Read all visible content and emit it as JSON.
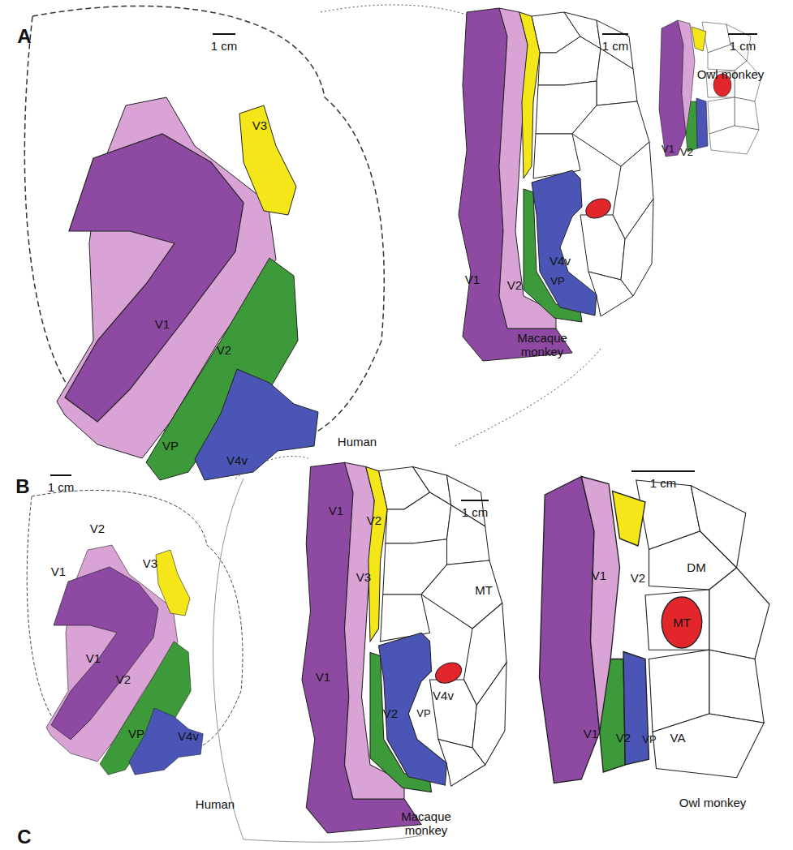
{
  "diagram": {
    "labels": [
      "A",
      "1 cm",
      "V3",
      "V1",
      "V2",
      "VP",
      "V4v",
      "Human",
      "1 cm",
      "1 cm",
      "V1",
      "V2",
      "V4v",
      "VP",
      "Macaque monkey",
      "V1",
      "V2",
      "Owl monkey",
      "B",
      "1 cm",
      "V1",
      "V2",
      "V3",
      "V1",
      "V2",
      "VP",
      "V4v",
      "Human",
      "V1",
      "V2",
      "1 cm",
      "V3",
      "MT",
      "V1",
      "V4v",
      "V2",
      "VP",
      "Macaque monkey",
      "1 cm",
      "V1",
      "V2",
      "DM",
      "MT",
      "V1",
      "V2",
      "VP",
      "VA",
      "Owl monkey",
      "C"
    ]
  }
}
